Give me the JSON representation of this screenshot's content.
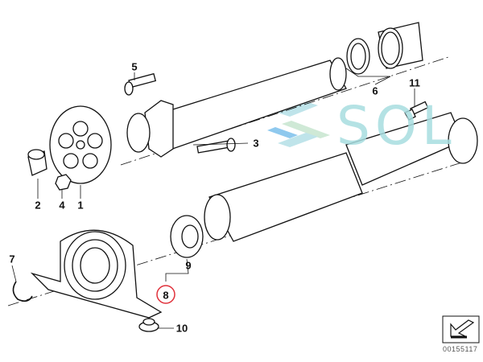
{
  "labels": {
    "p1": "1",
    "p2": "2",
    "p3": "3",
    "p4": "4",
    "p5": "5",
    "p6": "6",
    "p7": "7",
    "p8": "8",
    "p9": "9",
    "p10": "10",
    "p11": "11"
  },
  "highlighted_part": "8",
  "highlight_color": "#e0303a",
  "watermark": "SOL",
  "diagram_code": "00155117",
  "icons": {
    "nav": "arrow-back-icon"
  }
}
